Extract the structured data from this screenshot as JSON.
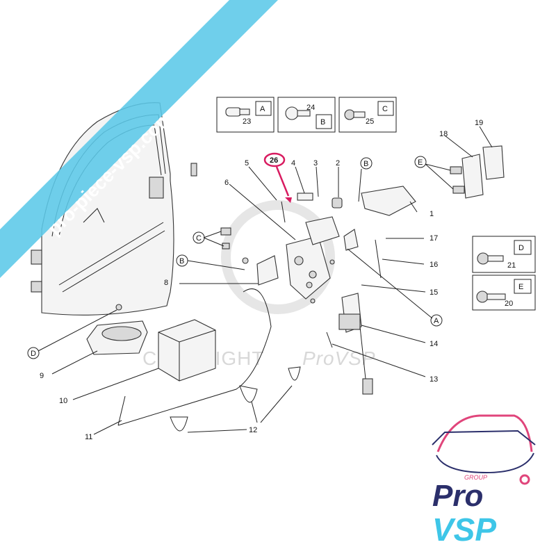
{
  "watermark": {
    "banner": "pro-piece-vsp.com",
    "copyright": "COPYRIGHT",
    "brand_script": "ProVSP"
  },
  "logo": {
    "group": "GROUP",
    "line1": "Pro",
    "line2": "VSP"
  },
  "callouts": {
    "n1": "1",
    "n2": "2",
    "n3": "3",
    "n4": "4",
    "n5": "5",
    "n6": "6",
    "n8": "8",
    "n9": "9",
    "n10": "10",
    "n11": "11",
    "n12": "12",
    "n13": "13",
    "n14": "14",
    "n15": "15",
    "n16": "16",
    "n17": "17",
    "n18": "18",
    "n19": "19",
    "n26": "26",
    "A": "A",
    "B": "B",
    "C": "C",
    "D": "D",
    "E": "E"
  },
  "insets": {
    "a": {
      "letter": "A",
      "number": "23"
    },
    "b": {
      "letter": "B",
      "number": "24"
    },
    "c": {
      "letter": "C",
      "number": "25"
    },
    "d": {
      "letter": "D",
      "number": "21"
    },
    "e": {
      "letter": "E",
      "number": "20"
    }
  },
  "colors": {
    "banner": "#5bc8e8",
    "highlight": "#d81b60",
    "logo_navy": "#2b2f6b",
    "logo_pink": "#e0457b",
    "logo_cyan": "#3ec6e8",
    "watermark": "#d8d8d8"
  }
}
